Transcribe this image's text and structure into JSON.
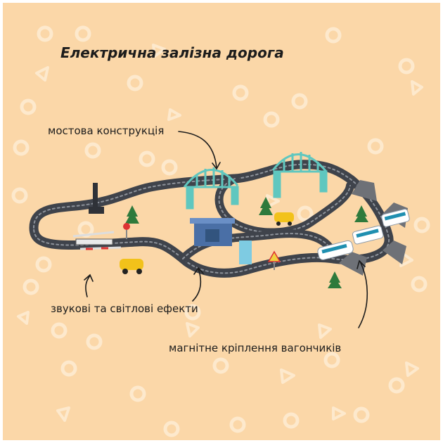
{
  "title": "Електрична залізна дорога",
  "callouts": {
    "bridge": "мостова конструкція",
    "sound_light": "звукові та світлові ефекти",
    "magnet": "магнітне кріплення вагончиків"
  },
  "colors": {
    "background": "#fbd7a8",
    "pattern": "#fde9cd",
    "track": "#4a4e57",
    "bridge": "#5fc7bf",
    "train": "#ffffff",
    "train_accent": "#1f8fb0",
    "text": "#1c1c1c"
  },
  "icons": [
    "arrow-icon"
  ]
}
